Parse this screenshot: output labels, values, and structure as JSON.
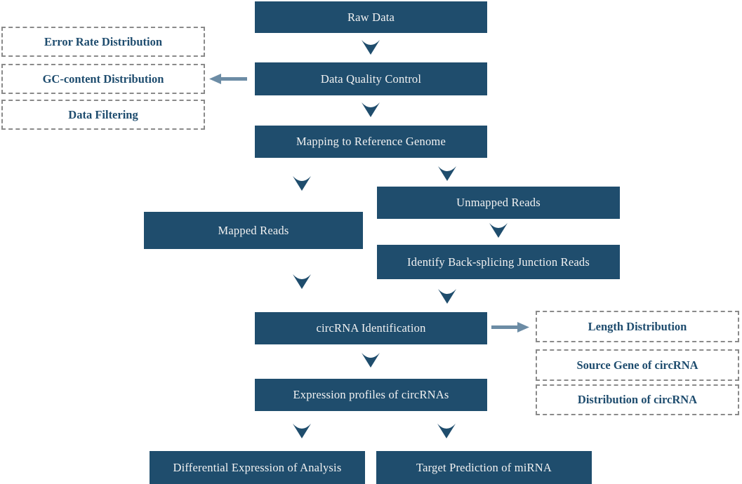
{
  "colors": {
    "node_fill": "#1F4D6D",
    "node_text": "#F2F2F2",
    "dashed_border": "#8A8A8A",
    "dashed_text": "#1E4C6E",
    "connector": "#6C8CA5"
  },
  "nodes": {
    "raw_data": "Raw Data",
    "data_quality_control": "Data Quality Control",
    "mapping": "Mapping to Reference Genome",
    "mapped_reads": "Mapped Reads",
    "unmapped_reads": "Unmapped Reads",
    "identify_bsj": "Identify Back-splicing Junction Reads",
    "circrna_identification": "circRNA Identification",
    "expression_profiles": "Expression profiles of circRNAs",
    "differential_expression": "Differential Expression of Analysis",
    "target_prediction": "Target Prediction of miRNA"
  },
  "qc_outputs": {
    "error_rate": "Error Rate Distribution",
    "gc_content": "GC-content Distribution",
    "data_filtering": "Data Filtering"
  },
  "circrna_outputs": {
    "length_distribution": "Length Distribution",
    "source_gene": "Source Gene of circRNA",
    "distribution": "Distribution of circRNA"
  }
}
